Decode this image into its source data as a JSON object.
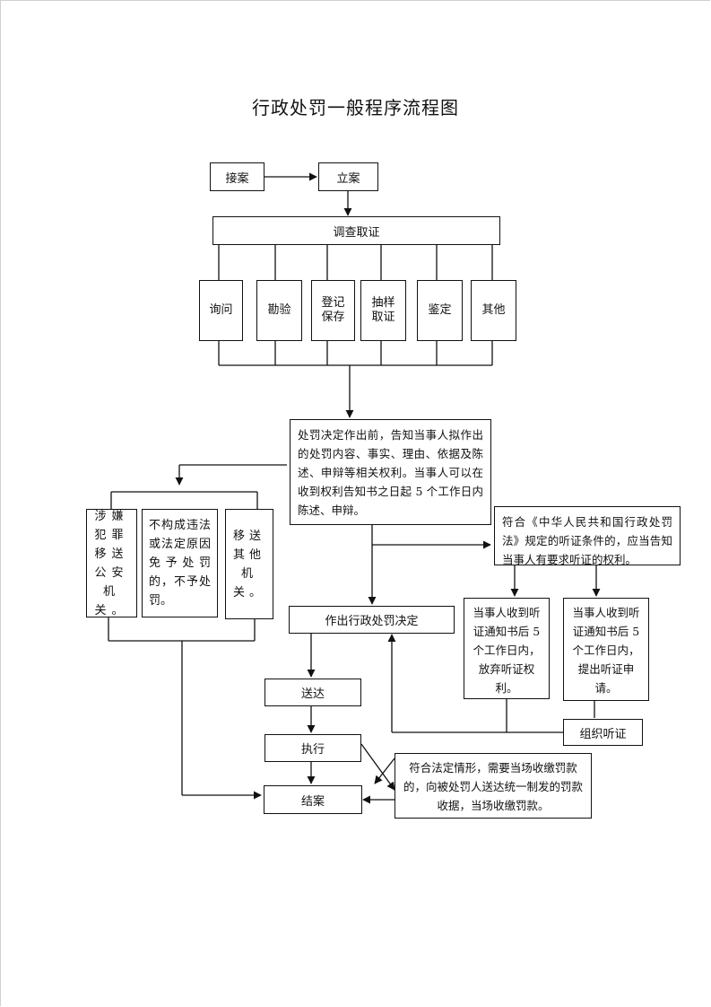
{
  "title": "行政处罚一般程序流程图",
  "nodes": {
    "accept_case": "接案",
    "register_case": "立案",
    "investigate": "调查取证",
    "inquiry": "询问",
    "inspection": "勘验",
    "register_preserve": "登记保存",
    "sampling": "抽样取证",
    "appraisal": "鉴定",
    "other": "其他",
    "pre_notice": "处罚决定作出前，告知当事人拟作出的处罚内容、事实、理由、依据及陈述、申辩等相关权利。当事人可以在收到权利告知书之日起 5 个工作日内陈述、申辩。",
    "transfer_police": "涉嫌犯罪移送公安机关。",
    "no_penalty": "不构成违法或法定原因免予处罚的，不予处罚。",
    "transfer_other": "移送其他机关。",
    "hearing_notice": "符合《中华人民共和国行政处罚法》规定的听证条件的，应当告知当事人有要求听证的权利。",
    "waive_hearing": "当事人收到听证通知书后 5 个工作日内，放弃听证权利。",
    "request_hearing": "当事人收到听证通知书后 5 个工作日内，提出听证申请。",
    "organize_hearing": "组织听证",
    "make_decision": "作出行政处罚决定",
    "deliver": "送达",
    "execute": "执行",
    "onsite_fine": "符合法定情形，需要当场收缴罚款的，向被处罚人送达统一制发的罚款收据，当场收缴罚款。",
    "close_case": "结案"
  },
  "colors": {
    "line": "#111111",
    "background": "#ffffff"
  }
}
